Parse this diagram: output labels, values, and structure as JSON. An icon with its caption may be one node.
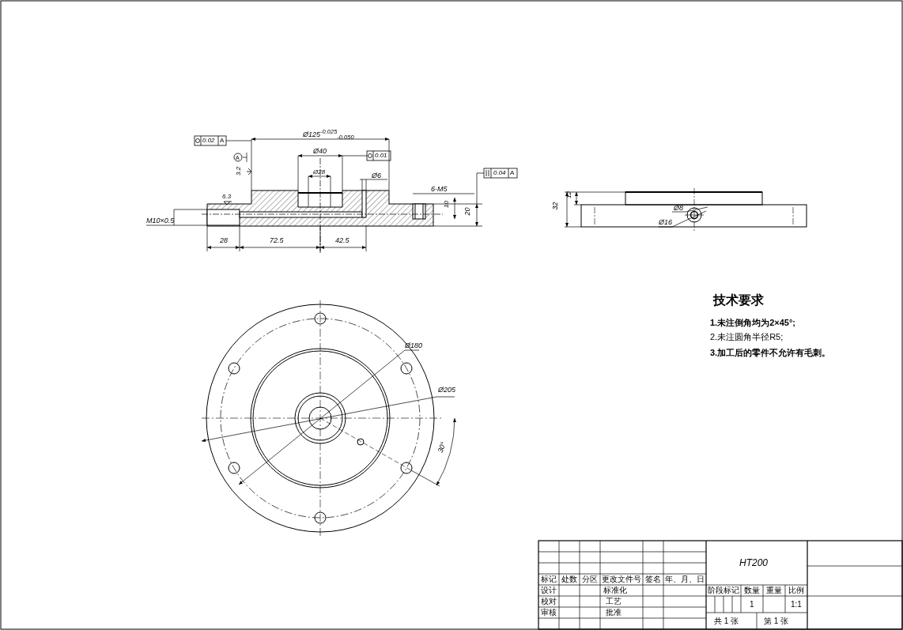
{
  "diagram": {
    "labels": [
      "Ø125$^{-0.025}$$_{-0.050}$",
      "0.02",
      "A",
      "Ø40",
      "A",
      "0.01",
      "3.2",
      "Ø28",
      "Ø6",
      "0.04",
      "A",
      "6-M5",
      "6.3",
      "12",
      "32",
      "Ø8",
      "10",
      "20",
      "M10×0.5",
      "Ø16",
      "28",
      "72.5",
      "42.5",
      "技术要求",
      "1.未注倒角均为2×45°;",
      "2.未注圆角半径R5;",
      "3.加工后的零件不允许有毛刺。",
      "Ø180",
      "Ø205",
      "30°",
      "HT200",
      "标记",
      "处数",
      "分区",
      "更改文件号",
      "签名",
      "年、月、日",
      "设计",
      "标准化",
      "阶段标记",
      "数量",
      "重量",
      "比例",
      "校对",
      "工艺",
      "1",
      "1:1",
      "审核",
      "批准",
      "共 1 张",
      "第 1 张"
    ]
  }
}
